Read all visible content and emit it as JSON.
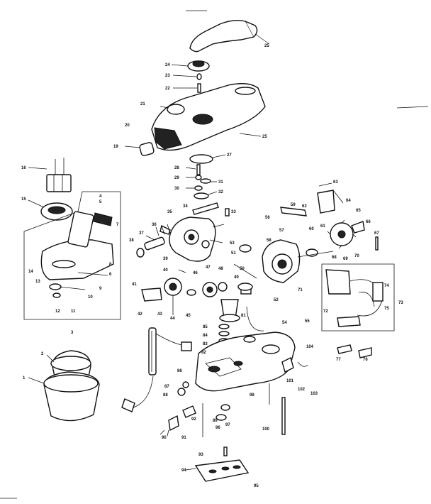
{
  "background": "#ffffff",
  "ink": "#111111",
  "callouts": [
    {
      "id": "25a",
      "text": "25"
    },
    {
      "id": "24",
      "text": "24"
    },
    {
      "id": "23",
      "text": "23"
    },
    {
      "id": "22",
      "text": "22"
    },
    {
      "id": "21",
      "text": "21"
    },
    {
      "id": "20",
      "text": "20"
    },
    {
      "id": "25b",
      "text": "25"
    },
    {
      "id": "19",
      "text": "19"
    },
    {
      "id": "27",
      "text": "27"
    },
    {
      "id": "28",
      "text": "28"
    },
    {
      "id": "29",
      "text": "29"
    },
    {
      "id": "30",
      "text": "30"
    },
    {
      "id": "31",
      "text": "31"
    },
    {
      "id": "32",
      "text": "32"
    },
    {
      "id": "33",
      "text": "33"
    },
    {
      "id": "34",
      "text": "34"
    },
    {
      "id": "35",
      "text": "35"
    },
    {
      "id": "36",
      "text": "36"
    },
    {
      "id": "37",
      "text": "37"
    },
    {
      "id": "38",
      "text": "38"
    },
    {
      "id": "16",
      "text": "16"
    },
    {
      "id": "15",
      "text": "15"
    },
    {
      "id": "4",
      "text": "4"
    },
    {
      "id": "5",
      "text": "5"
    },
    {
      "id": "6",
      "text": "6"
    },
    {
      "id": "7",
      "text": "7"
    },
    {
      "id": "8",
      "text": "8"
    },
    {
      "id": "9",
      "text": "9"
    },
    {
      "id": "10",
      "text": "10"
    },
    {
      "id": "11",
      "text": "11"
    },
    {
      "id": "12",
      "text": "12"
    },
    {
      "id": "13",
      "text": "13"
    },
    {
      "id": "14",
      "text": "14"
    },
    {
      "id": "3",
      "text": "3"
    },
    {
      "id": "2",
      "text": "2"
    },
    {
      "id": "1",
      "text": "1"
    },
    {
      "id": "62",
      "text": "62"
    },
    {
      "id": "63",
      "text": "63"
    },
    {
      "id": "64",
      "text": "64"
    },
    {
      "id": "65",
      "text": "65"
    },
    {
      "id": "66",
      "text": "66"
    },
    {
      "id": "67",
      "text": "67"
    },
    {
      "id": "68",
      "text": "68"
    },
    {
      "id": "69",
      "text": "69"
    },
    {
      "id": "70",
      "text": "70"
    },
    {
      "id": "71",
      "text": "71"
    },
    {
      "id": "72",
      "text": "72"
    },
    {
      "id": "73",
      "text": "73"
    },
    {
      "id": "74",
      "text": "74"
    },
    {
      "id": "75",
      "text": "75"
    },
    {
      "id": "76",
      "text": "76"
    },
    {
      "id": "77",
      "text": "77"
    },
    {
      "id": "56",
      "text": "56"
    },
    {
      "id": "57",
      "text": "57"
    },
    {
      "id": "58",
      "text": "58"
    },
    {
      "id": "59",
      "text": "59"
    },
    {
      "id": "60",
      "text": "60"
    },
    {
      "id": "61",
      "text": "61"
    },
    {
      "id": "52",
      "text": "52"
    },
    {
      "id": "53",
      "text": "53"
    },
    {
      "id": "54",
      "text": "54"
    },
    {
      "id": "55",
      "text": "55"
    },
    {
      "id": "50",
      "text": "50"
    },
    {
      "id": "51",
      "text": "51"
    },
    {
      "id": "49",
      "text": "49"
    },
    {
      "id": "48",
      "text": "48"
    },
    {
      "id": "47",
      "text": "47"
    },
    {
      "id": "46",
      "text": "46"
    },
    {
      "id": "45",
      "text": "45"
    },
    {
      "id": "44",
      "text": "44"
    },
    {
      "id": "43",
      "text": "43"
    },
    {
      "id": "42",
      "text": "42"
    },
    {
      "id": "41",
      "text": "41"
    },
    {
      "id": "40",
      "text": "40"
    },
    {
      "id": "39",
      "text": "39"
    },
    {
      "id": "81",
      "text": "81"
    },
    {
      "id": "82",
      "text": "82"
    },
    {
      "id": "83",
      "text": "83"
    },
    {
      "id": "84",
      "text": "84"
    },
    {
      "id": "85",
      "text": "85"
    },
    {
      "id": "86",
      "text": "86"
    },
    {
      "id": "87",
      "text": "87"
    },
    {
      "id": "88",
      "text": "88"
    },
    {
      "id": "89",
      "text": "89"
    },
    {
      "id": "90",
      "text": "90"
    },
    {
      "id": "91",
      "text": "91"
    },
    {
      "id": "92",
      "text": "92"
    },
    {
      "id": "93",
      "text": "93"
    },
    {
      "id": "94",
      "text": "94"
    },
    {
      "id": "95",
      "text": "95"
    },
    {
      "id": "96",
      "text": "96"
    },
    {
      "id": "97",
      "text": "97"
    },
    {
      "id": "98",
      "text": "98"
    },
    {
      "id": "100",
      "text": "100"
    },
    {
      "id": "101",
      "text": "101"
    },
    {
      "id": "102",
      "text": "102"
    },
    {
      "id": "103",
      "text": "103"
    },
    {
      "id": "104",
      "text": "104"
    }
  ]
}
